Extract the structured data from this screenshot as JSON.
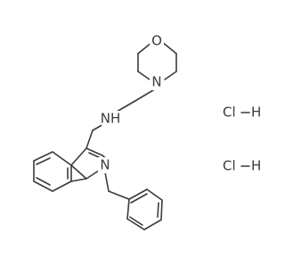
{
  "molecule": {
    "atoms": {
      "oxygen": "O",
      "morpholine_nitrogen": "N",
      "amine": "NH",
      "indole_nitrogen": "N"
    },
    "salts": [
      {
        "label": "Cl",
        "separator": "—",
        "partner": "H"
      },
      {
        "label": "Cl",
        "separator": "—",
        "partner": "H"
      }
    ]
  }
}
